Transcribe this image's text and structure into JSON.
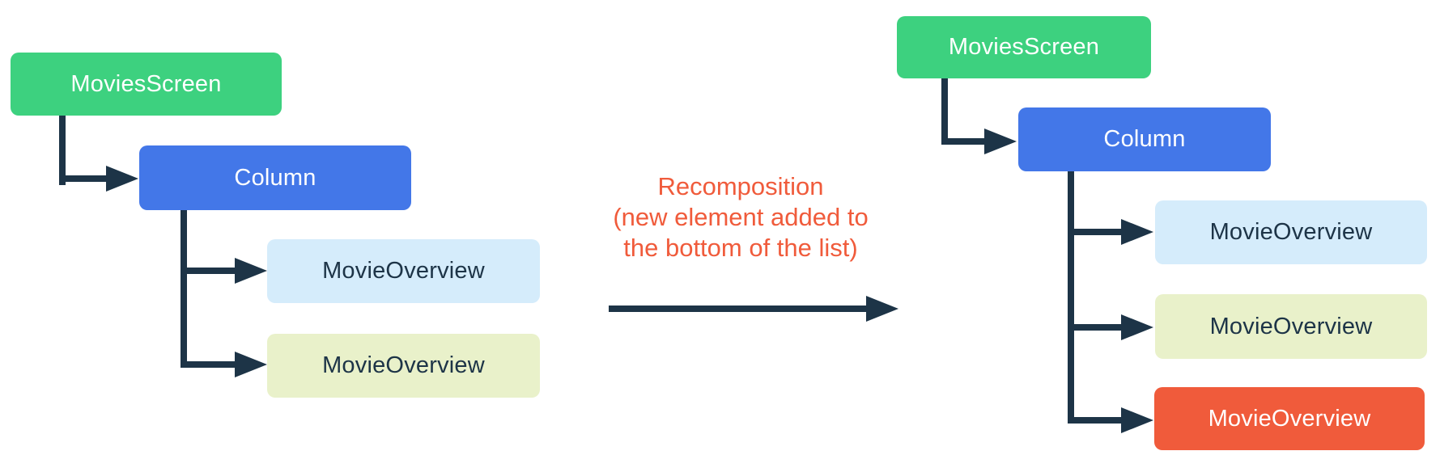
{
  "colors": {
    "green": "#3DD17F",
    "blue": "#4377E8",
    "light_blue": "#D5ECFB",
    "light_yellow": "#E9F1CA",
    "orange": "#F05B3B",
    "connector": "#1D3447",
    "annotation_text": "#F05B3B",
    "background": "#FFFFFF"
  },
  "left_tree": {
    "root": "MoviesScreen",
    "container": "Column",
    "children": [
      "MovieOverview",
      "MovieOverview"
    ]
  },
  "right_tree": {
    "root": "MoviesScreen",
    "container": "Column",
    "children": [
      "MovieOverview",
      "MovieOverview",
      "MovieOverview"
    ]
  },
  "annotation": {
    "lines": [
      "Recomposition",
      "(new element added to",
      "the bottom of the list)"
    ]
  }
}
